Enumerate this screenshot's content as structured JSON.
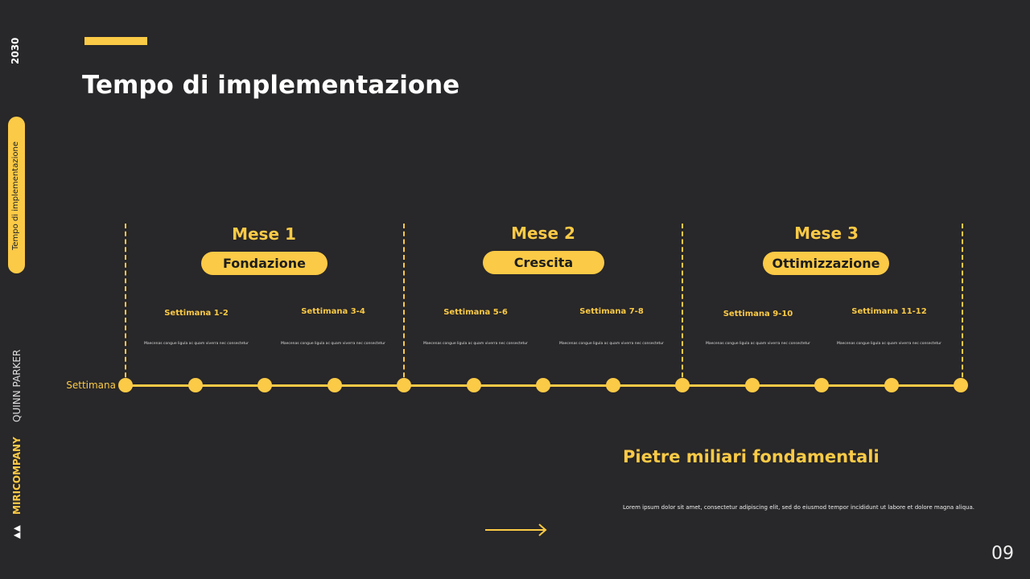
{
  "title": "Tempo di implementazione",
  "sidebar": {
    "year": "2030",
    "section": "Tempo di implementazione",
    "author": "QUINN PARKER",
    "brand": "MIRICOMPANY"
  },
  "timeline": {
    "axis_label": "Settimana",
    "months": [
      {
        "label": "Mese 1",
        "phase": "Fondazione",
        "weeks": [
          {
            "label": "Settimana 1-2",
            "text": "Maecenas congue ligula ac quam viverra nec consectetur"
          },
          {
            "label": "Settimana 3-4",
            "text": "Maecenas congue ligula ac quam viverra nec consectetur"
          }
        ]
      },
      {
        "label": "Mese 2",
        "phase": "Crescita",
        "weeks": [
          {
            "label": "Settimana 5-6",
            "text": "Maecenas congue ligula ac quam viverra nec consectetur"
          },
          {
            "label": "Settimana 7-8",
            "text": "Maecenas congue ligula ac quam viverra nec consectetur"
          }
        ]
      },
      {
        "label": "Mese 3",
        "phase": "Ottimizzazione",
        "weeks": [
          {
            "label": "Settimana 9-10",
            "text": "Maecenas congue ligula ac quam viverra nec consectetur"
          },
          {
            "label": "Settimana 11-12",
            "text": "Maecenas congue ligula ac quam viverra nec consectetur"
          }
        ]
      }
    ]
  },
  "milestones": {
    "title": "Pietre miliari fondamentali",
    "text": "Lorem ipsum dolor sit amet, consectetur adipiscing elit, sed do eiusmod tempor incididunt ut labore et dolore magna aliqua."
  },
  "page_number": "09",
  "colors": {
    "background": "#282729",
    "accent": "#fbca46"
  }
}
